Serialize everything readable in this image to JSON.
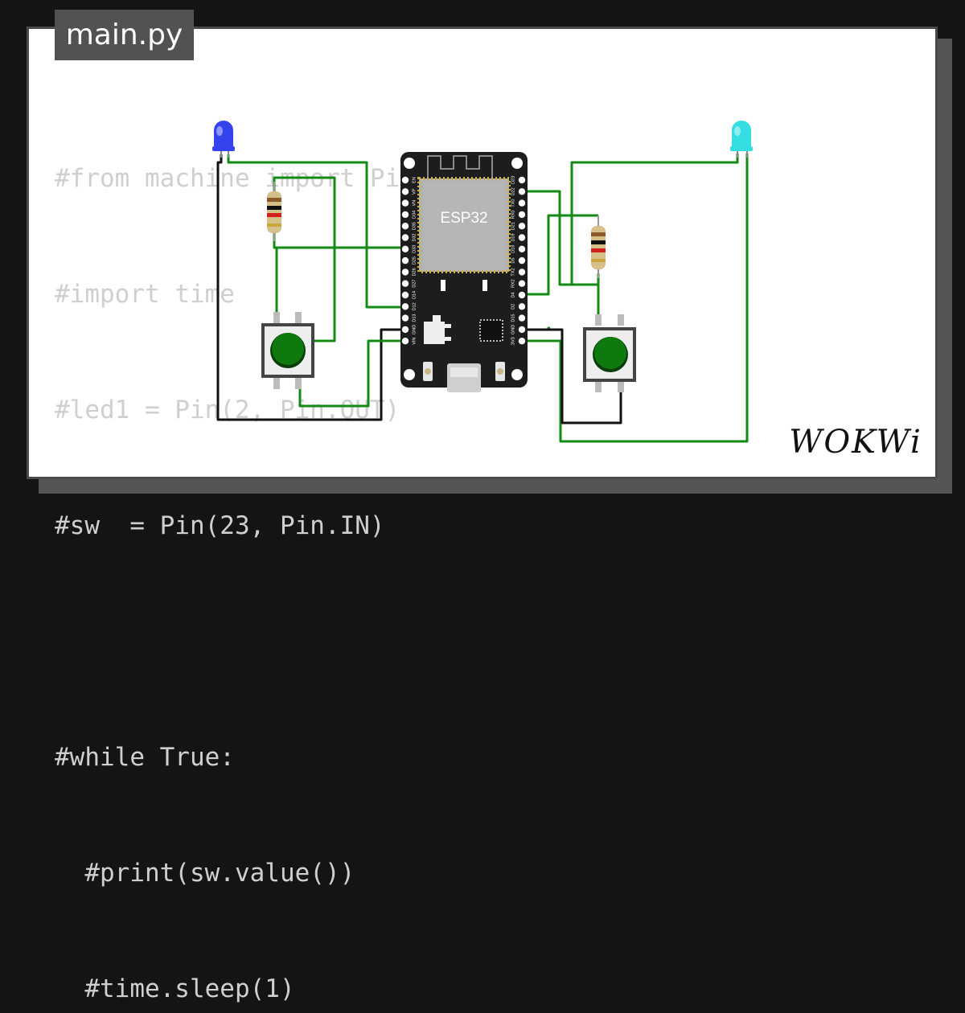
{
  "file_tab": {
    "label": "main.py"
  },
  "code_lines": [
    "#from machine import Pin",
    "#import time",
    "#led1 = Pin(2, Pin.OUT)",
    "#sw  = Pin(23, Pin.IN)",
    "",
    "#while True:",
    "  #print(sw.value())",
    "  #time.sleep(1)"
  ],
  "board": {
    "chip_label": "ESP32",
    "left_pins": [
      "EN",
      "VP",
      "VN",
      "D34",
      "D35",
      "D32",
      "D33",
      "D25",
      "D26",
      "D27",
      "D14",
      "D12",
      "D13",
      "GND",
      "VIN"
    ],
    "right_pins": [
      "D23",
      "D22",
      "TX0",
      "RX0",
      "D21",
      "D19",
      "D18",
      "D5",
      "TX2",
      "RX2",
      "D4",
      "D2",
      "D15",
      "GND",
      "3V3"
    ]
  },
  "leds": [
    {
      "name": "led-blue",
      "color": "#3344ee"
    },
    {
      "name": "led-cyan",
      "color": "#33dde0"
    }
  ],
  "colors": {
    "wire_green": "#138a13",
    "wire_black": "#111111",
    "button_cap": "#0e7a0e",
    "board": "#1d1d1d"
  },
  "brand": {
    "label": "WOKWi"
  }
}
